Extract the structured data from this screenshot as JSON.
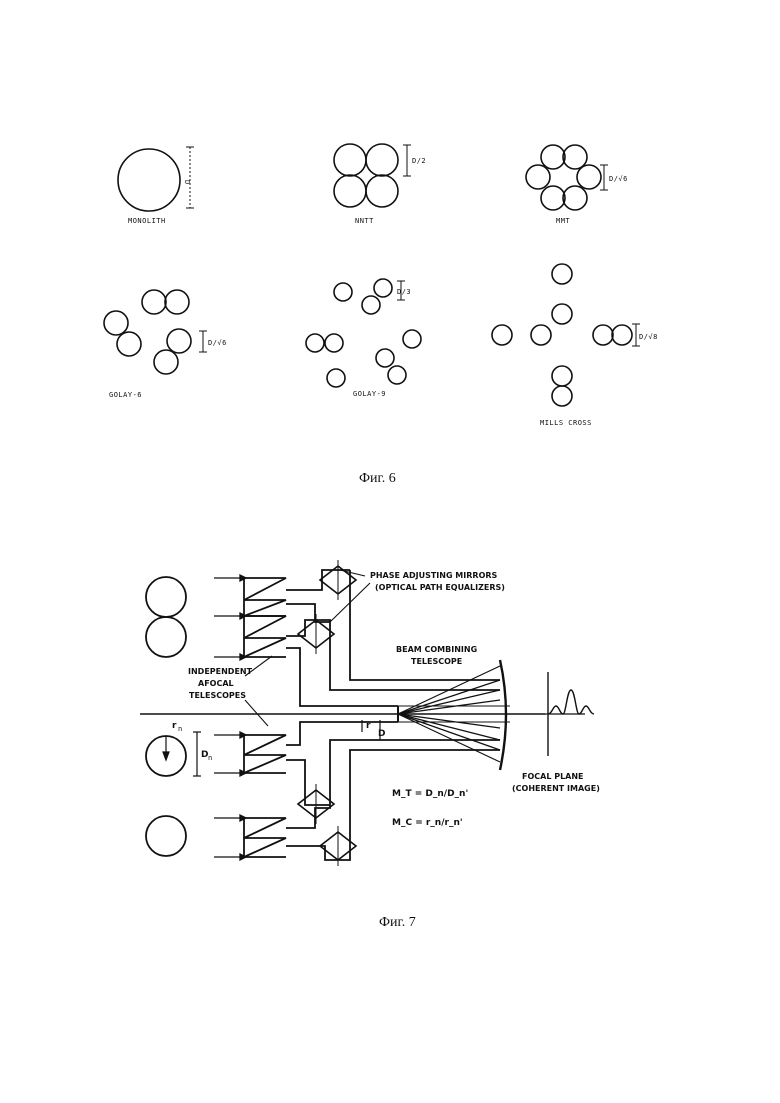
{
  "figure6": {
    "labels": {
      "monolith": "MONOLITH",
      "nnt": "NNTT",
      "mmt": "MMT",
      "golay6": "GOLAY-6",
      "golay9": "GOLAY-9",
      "mills": "MILLS CROSS"
    },
    "dims": {
      "monolith": "D",
      "nnt": "D/2",
      "mmt": "D/√6",
      "golay6": "D/√6",
      "golay9": "D/3",
      "mills": "D/√8"
    },
    "caption": "Фиг. 6"
  },
  "figure7": {
    "labels": {
      "phase1": "PHASE ADJUSTING MIRRORS",
      "phase2": "(OPTICAL PATH EQUALIZERS)",
      "beam1": "BEAM COMBINING",
      "beam2": "TELESCOPE",
      "indep1": "INDEPENDENT",
      "indep2": "AFOCAL",
      "indep3": "TELESCOPES",
      "focal1": "FOCAL PLANE",
      "focal2": "(COHERENT IMAGE)",
      "rn": "r",
      "rn_sub": "n",
      "dn": "D",
      "dn_sub": "n",
      "rn_prime": "r",
      "dn_prime": "D",
      "eq1": "M_T = D_n/D_n'",
      "eq2": "M_C = r_n/r_n'"
    },
    "caption": "Фиг. 7"
  }
}
